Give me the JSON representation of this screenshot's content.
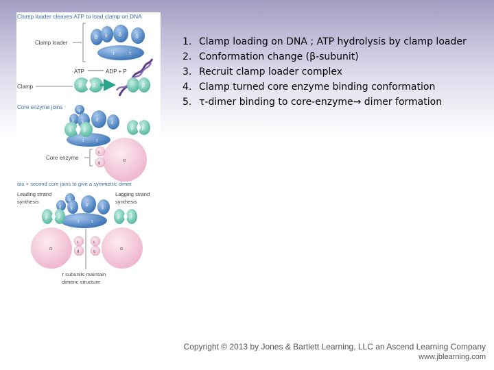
{
  "figure": {
    "title": "Clamp loader cleaves ATP to load clamp on DNA",
    "labels": {
      "clamp_loader": "Clamp loader",
      "atp": "ATP",
      "adp_p": "ADP + P",
      "clamp": "Clamp",
      "core_enzyme_joins": "Core enzyme joins",
      "core_enzyme": "Core enzyme",
      "dimer_title": "tau + second core joins to give a symmetric dimer",
      "leading_1": "Leading strand",
      "leading_2": "synthesis",
      "lagging_1": "Lagging strand",
      "lagging_2": "synthesis",
      "tau_note_1": "τ  subunits maintain",
      "tau_note_2": "dimeric structure"
    },
    "subunits": {
      "gamma": "γ",
      "delta_prime": "δ'",
      "delta": "δ",
      "tau": "τ",
      "beta": "β",
      "psi": "ψ",
      "chi": "χ",
      "epsilon": "ε",
      "theta": "θ",
      "alpha": "α"
    },
    "colors": {
      "title_text": "#3a6fa8",
      "label_text": "#444444",
      "loader_blue": "#4d85c2",
      "clamp_teal": "#5fbfa8",
      "core_pink": "#f3c4d7",
      "dna_purple": "#5a3f86",
      "arrow_green": "#2aa48a"
    }
  },
  "steps": [
    {
      "num": "1.",
      "text": "Clamp loading on DNA ; ATP hydrolysis by clamp loader"
    },
    {
      "num": "2.",
      "text": "Conformation change (β-subunit)"
    },
    {
      "num": "3.",
      "text": "Recruit clamp loader complex"
    },
    {
      "num": "4.",
      "text": "Clamp turned core enzyme binding conformation"
    },
    {
      "num": "5.",
      "text_before": "τ-dimer binding to core-enzyme",
      "arrow": "→",
      "text_after": " dimer formation"
    }
  ],
  "footer": {
    "copyright": "Copyright © 2013 by Jones & Bartlett Learning, LLC an Ascend Learning Company",
    "website": "www.jblearning.com"
  }
}
